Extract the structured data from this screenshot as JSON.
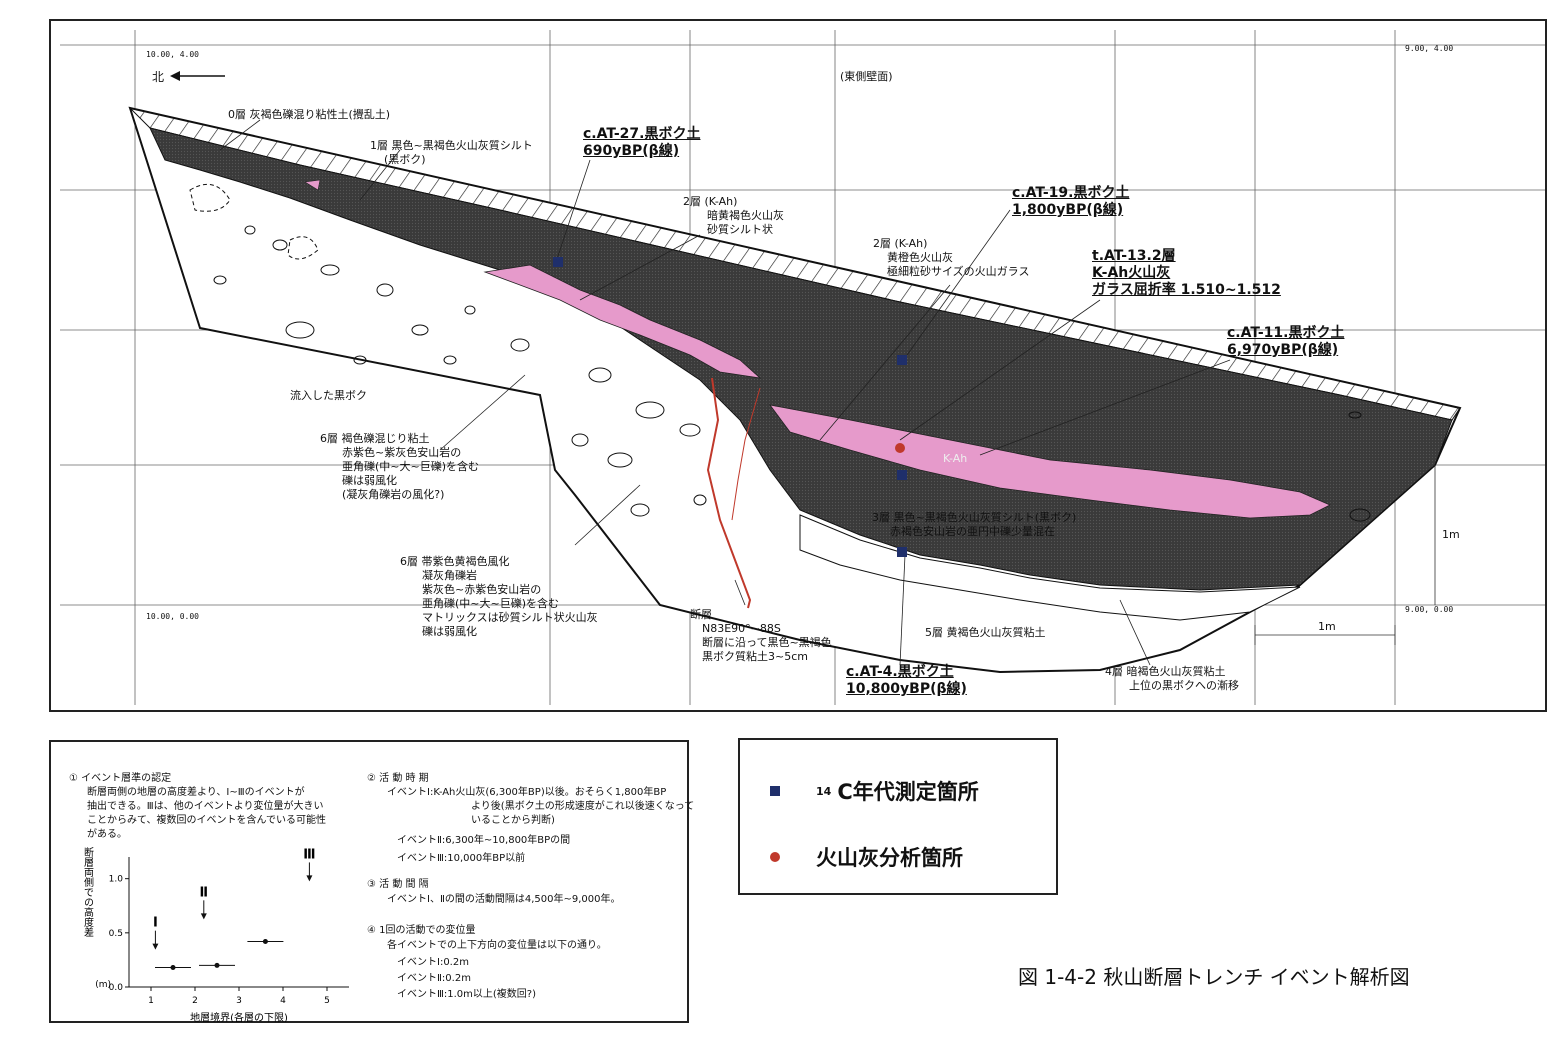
{
  "header": {
    "north": "北",
    "wall": "(東側壁面)",
    "coord_tl": "10.00, 4.00",
    "coord_tr": "9.00, 4.00",
    "coord_bl": "10.00, 0.00",
    "coord_br": "9.00, 0.00"
  },
  "layers": {
    "layer0": "0層 灰褐色礫混り粘性土(攪乱土)",
    "layer1_l1": "1層 黒色~黒褐色火山灰質シルト",
    "layer1_l2": "(黒ボク)",
    "layer2a_l1": "2層 (K-Ah)",
    "layer2a_l2": "暗黄褐色火山灰",
    "layer2a_l3": "砂質シルト状",
    "layer2b_l1": "2層 (K-Ah)",
    "layer2b_l2": "黄橙色火山灰",
    "layer2b_l3": "極細粒砂サイズの火山ガラス",
    "inflow": "流入した黒ボク",
    "layer6a_l1": "6層 褐色礫混じり粘土",
    "layer6a_l2": "赤紫色~紫灰色安山岩の",
    "layer6a_l3": "亜角礫(中~大~巨礫)を含む",
    "layer6a_l4": "礫は弱風化",
    "layer6a_l5": "(凝灰角礫岩の風化?)",
    "layer6b_l1": "6層 帯紫色黄褐色風化",
    "layer6b_l2": "凝灰角礫岩",
    "layer6b_l3": "紫灰色~赤紫色安山岩の",
    "layer6b_l4": "亜角礫(中~大~巨礫)を含む",
    "layer6b_l5": "マトリックスは砂質シルト状火山灰",
    "layer6b_l6": "礫は弱風化",
    "fault_l1": "断層",
    "fault_l2": "N83E90°~88S",
    "fault_l3": "断層に沿って黒色~黒褐色",
    "fault_l4": "黒ボク質粘土3~5cm",
    "layer5": "5層 黄褐色火山灰質粘土",
    "layer4_l1": "4層 暗褐色火山灰質粘土",
    "layer4_l2": "上位の黒ボクへの漸移",
    "layer3_l1": "3層 黒色~黒褐色火山灰質シルト(黒ボク)",
    "layer3_l2": "赤褐色安山岩の亜円中礫少量混在",
    "kah": "K-Ah",
    "scale_v": "1m",
    "scale_h": "1m"
  },
  "samples": {
    "at27_l1": "c.AT-27.黒ボク土",
    "at27_l2": "690yBP(β線)",
    "at19_l1": "c.AT-19.黒ボク土",
    "at19_l2": "1,800yBP(β線)",
    "at13_l1": "t.AT-13.2層",
    "at13_l2": "K-Ah火山灰",
    "at13_l3": "ガラス屈折率 1.510~1.512",
    "at11_l1": "c.AT-11.黒ボク土",
    "at11_l2": "6,970yBP(β線)",
    "at4_l1": "c.AT-4.黒ボク土",
    "at4_l2": "10,800yBP(β線)"
  },
  "notes": {
    "s1_title": "① イベント層準の認定",
    "s1_l1": "断層両側の地層の高度差より、Ⅰ~Ⅲのイベントが",
    "s1_l2": "抽出できる。Ⅲは、他のイベントより変位量が大きい",
    "s1_l3": "ことからみて、複数回のイベントを含んでいる可能性",
    "s1_l4": "がある。",
    "s2_title": "② 活 動 時 期",
    "s2_l1": "イベントⅠ:K-Ah火山灰(6,300年BP)以後。おそらく1,800年BP",
    "s2_l2": "より後(黒ボク土の形成速度がこれ以後速くなって",
    "s2_l3": "いることから判断)",
    "s2_l4": "イベントⅡ:6,300年~10,800年BPの間",
    "s2_l5": "イベントⅢ:10,000年BP以前",
    "s3_title": "③ 活 動 間 隔",
    "s3_l1": "イベントⅠ、Ⅱの間の活動間隔は4,500年~9,000年。",
    "s4_title": "④ 1回の活動での変位量",
    "s4_l1": "各イベントでの上下方向の変位量は以下の通り。",
    "s4_l2": "イベントⅠ:0.2m",
    "s4_l3": "イベントⅡ:0.2m",
    "s4_l4": "イベントⅢ:1.0m以上(複数回?)"
  },
  "chart_data": {
    "type": "line",
    "ylabel": "断層両側での高度差",
    "yunit": "(m)",
    "xlabel": "地層境界(各層の下限)",
    "xticks": [
      "1",
      "2",
      "3",
      "4",
      "5"
    ],
    "yticks": [
      "0.0",
      "0.5",
      "1.0"
    ],
    "xlim": [
      0.5,
      5.5
    ],
    "ylim": [
      0,
      1.2
    ],
    "series": [
      {
        "values": [
          [
            1.5,
            0.18
          ],
          [
            2.5,
            0.2
          ],
          [
            3.6,
            0.42
          ]
        ]
      }
    ],
    "events": [
      {
        "label": "Ⅰ",
        "x": 1.1,
        "y": 0.52
      },
      {
        "label": "Ⅱ",
        "x": 2.2,
        "y": 0.8
      },
      {
        "label": "Ⅲ",
        "x": 4.6,
        "y": 1.15
      }
    ]
  },
  "legend": {
    "sup": "14",
    "c14": "C年代測定箇所",
    "ash": "火山灰分析箇所",
    "c14_color": "#1f2f6b",
    "ash_color": "#c0392b"
  },
  "caption": "図 1-4-2 秋山断層トレンチ イベント解析図"
}
